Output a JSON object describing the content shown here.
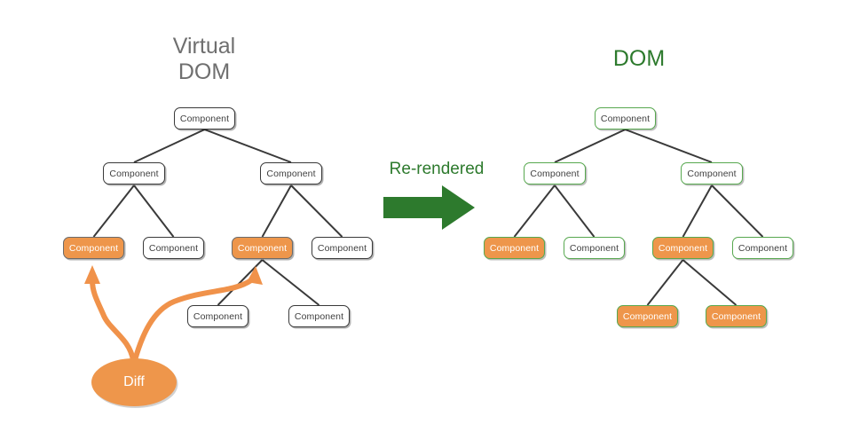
{
  "diagram": {
    "title_left": "Virtual\nDOM",
    "title_right": "DOM",
    "transition_label": "Re-rendered",
    "diff_label": "Diff",
    "node_label": "Component",
    "colors": {
      "orange_fill": "#ee964b",
      "green_stroke": "#57a84f",
      "green_text": "#2d7a2d",
      "gray_title": "#6f6f6f",
      "dark_stroke": "#3a3a3a",
      "background": "#ffffff"
    },
    "left_tree": {
      "name": "Virtual DOM",
      "nodes": [
        {
          "id": "l-root",
          "label": "Component",
          "state": "unchanged",
          "level": 0
        },
        {
          "id": "l-a",
          "label": "Component",
          "state": "unchanged",
          "level": 1
        },
        {
          "id": "l-b",
          "label": "Component",
          "state": "unchanged",
          "level": 1
        },
        {
          "id": "l-a1",
          "label": "Component",
          "state": "changed",
          "level": 2
        },
        {
          "id": "l-a2",
          "label": "Component",
          "state": "unchanged",
          "level": 2
        },
        {
          "id": "l-b1",
          "label": "Component",
          "state": "changed",
          "level": 2
        },
        {
          "id": "l-b2",
          "label": "Component",
          "state": "unchanged",
          "level": 2
        },
        {
          "id": "l-b1a",
          "label": "Component",
          "state": "unchanged",
          "level": 3
        },
        {
          "id": "l-b1b",
          "label": "Component",
          "state": "unchanged",
          "level": 3
        }
      ],
      "edges": [
        [
          "l-root",
          "l-a"
        ],
        [
          "l-root",
          "l-b"
        ],
        [
          "l-a",
          "l-a1"
        ],
        [
          "l-a",
          "l-a2"
        ],
        [
          "l-b",
          "l-b1"
        ],
        [
          "l-b",
          "l-b2"
        ],
        [
          "l-b1",
          "l-b1a"
        ],
        [
          "l-b1",
          "l-b1b"
        ]
      ]
    },
    "right_tree": {
      "name": "DOM",
      "nodes": [
        {
          "id": "r-root",
          "label": "Component",
          "state": "unchanged",
          "level": 0
        },
        {
          "id": "r-a",
          "label": "Component",
          "state": "unchanged",
          "level": 1
        },
        {
          "id": "r-b",
          "label": "Component",
          "state": "unchanged",
          "level": 1
        },
        {
          "id": "r-a1",
          "label": "Component",
          "state": "updated",
          "level": 2
        },
        {
          "id": "r-a2",
          "label": "Component",
          "state": "unchanged",
          "level": 2
        },
        {
          "id": "r-b1",
          "label": "Component",
          "state": "updated",
          "level": 2
        },
        {
          "id": "r-b2",
          "label": "Component",
          "state": "unchanged",
          "level": 2
        },
        {
          "id": "r-b1a",
          "label": "Component",
          "state": "updated",
          "level": 3
        },
        {
          "id": "r-b1b",
          "label": "Component",
          "state": "updated",
          "level": 3
        }
      ],
      "edges": [
        [
          "r-root",
          "r-a"
        ],
        [
          "r-root",
          "r-b"
        ],
        [
          "r-a",
          "r-a1"
        ],
        [
          "r-a",
          "r-a2"
        ],
        [
          "r-b",
          "r-b1"
        ],
        [
          "r-b",
          "r-b2"
        ],
        [
          "r-b1",
          "r-b1a"
        ],
        [
          "r-b1",
          "r-b1b"
        ]
      ]
    },
    "diff_arrows": [
      {
        "from": "diff",
        "to": "l-a1"
      },
      {
        "from": "diff",
        "to": "l-b1"
      }
    ]
  }
}
